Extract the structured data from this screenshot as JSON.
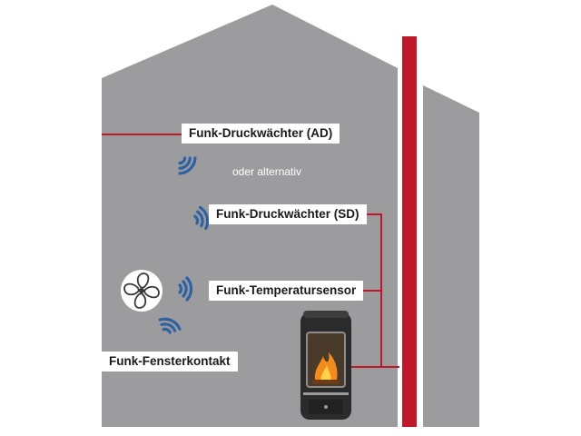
{
  "colors": {
    "house_wall": "#9c9c9e",
    "roof_outline": "#ffffff",
    "chimney": "#c0182b",
    "wire": "#c0182b",
    "signal": "#2f62a3",
    "stove_body": "#2b2b2b",
    "label_bg": "#ffffff"
  },
  "labels": {
    "pressure_switch_ad": "Funk-Druckwächter (AD)",
    "or_alternative": "oder alternativ",
    "pressure_switch_sd": "Funk-Druckwächter (SD)",
    "temperature_sensor": "Funk-Temperatursensor",
    "window_contact": "Funk-Fensterkontakt"
  },
  "icons": {
    "wireless_signal": "wifi-signal-icon",
    "fan": "fan-icon",
    "stove": "wood-stove-icon"
  }
}
